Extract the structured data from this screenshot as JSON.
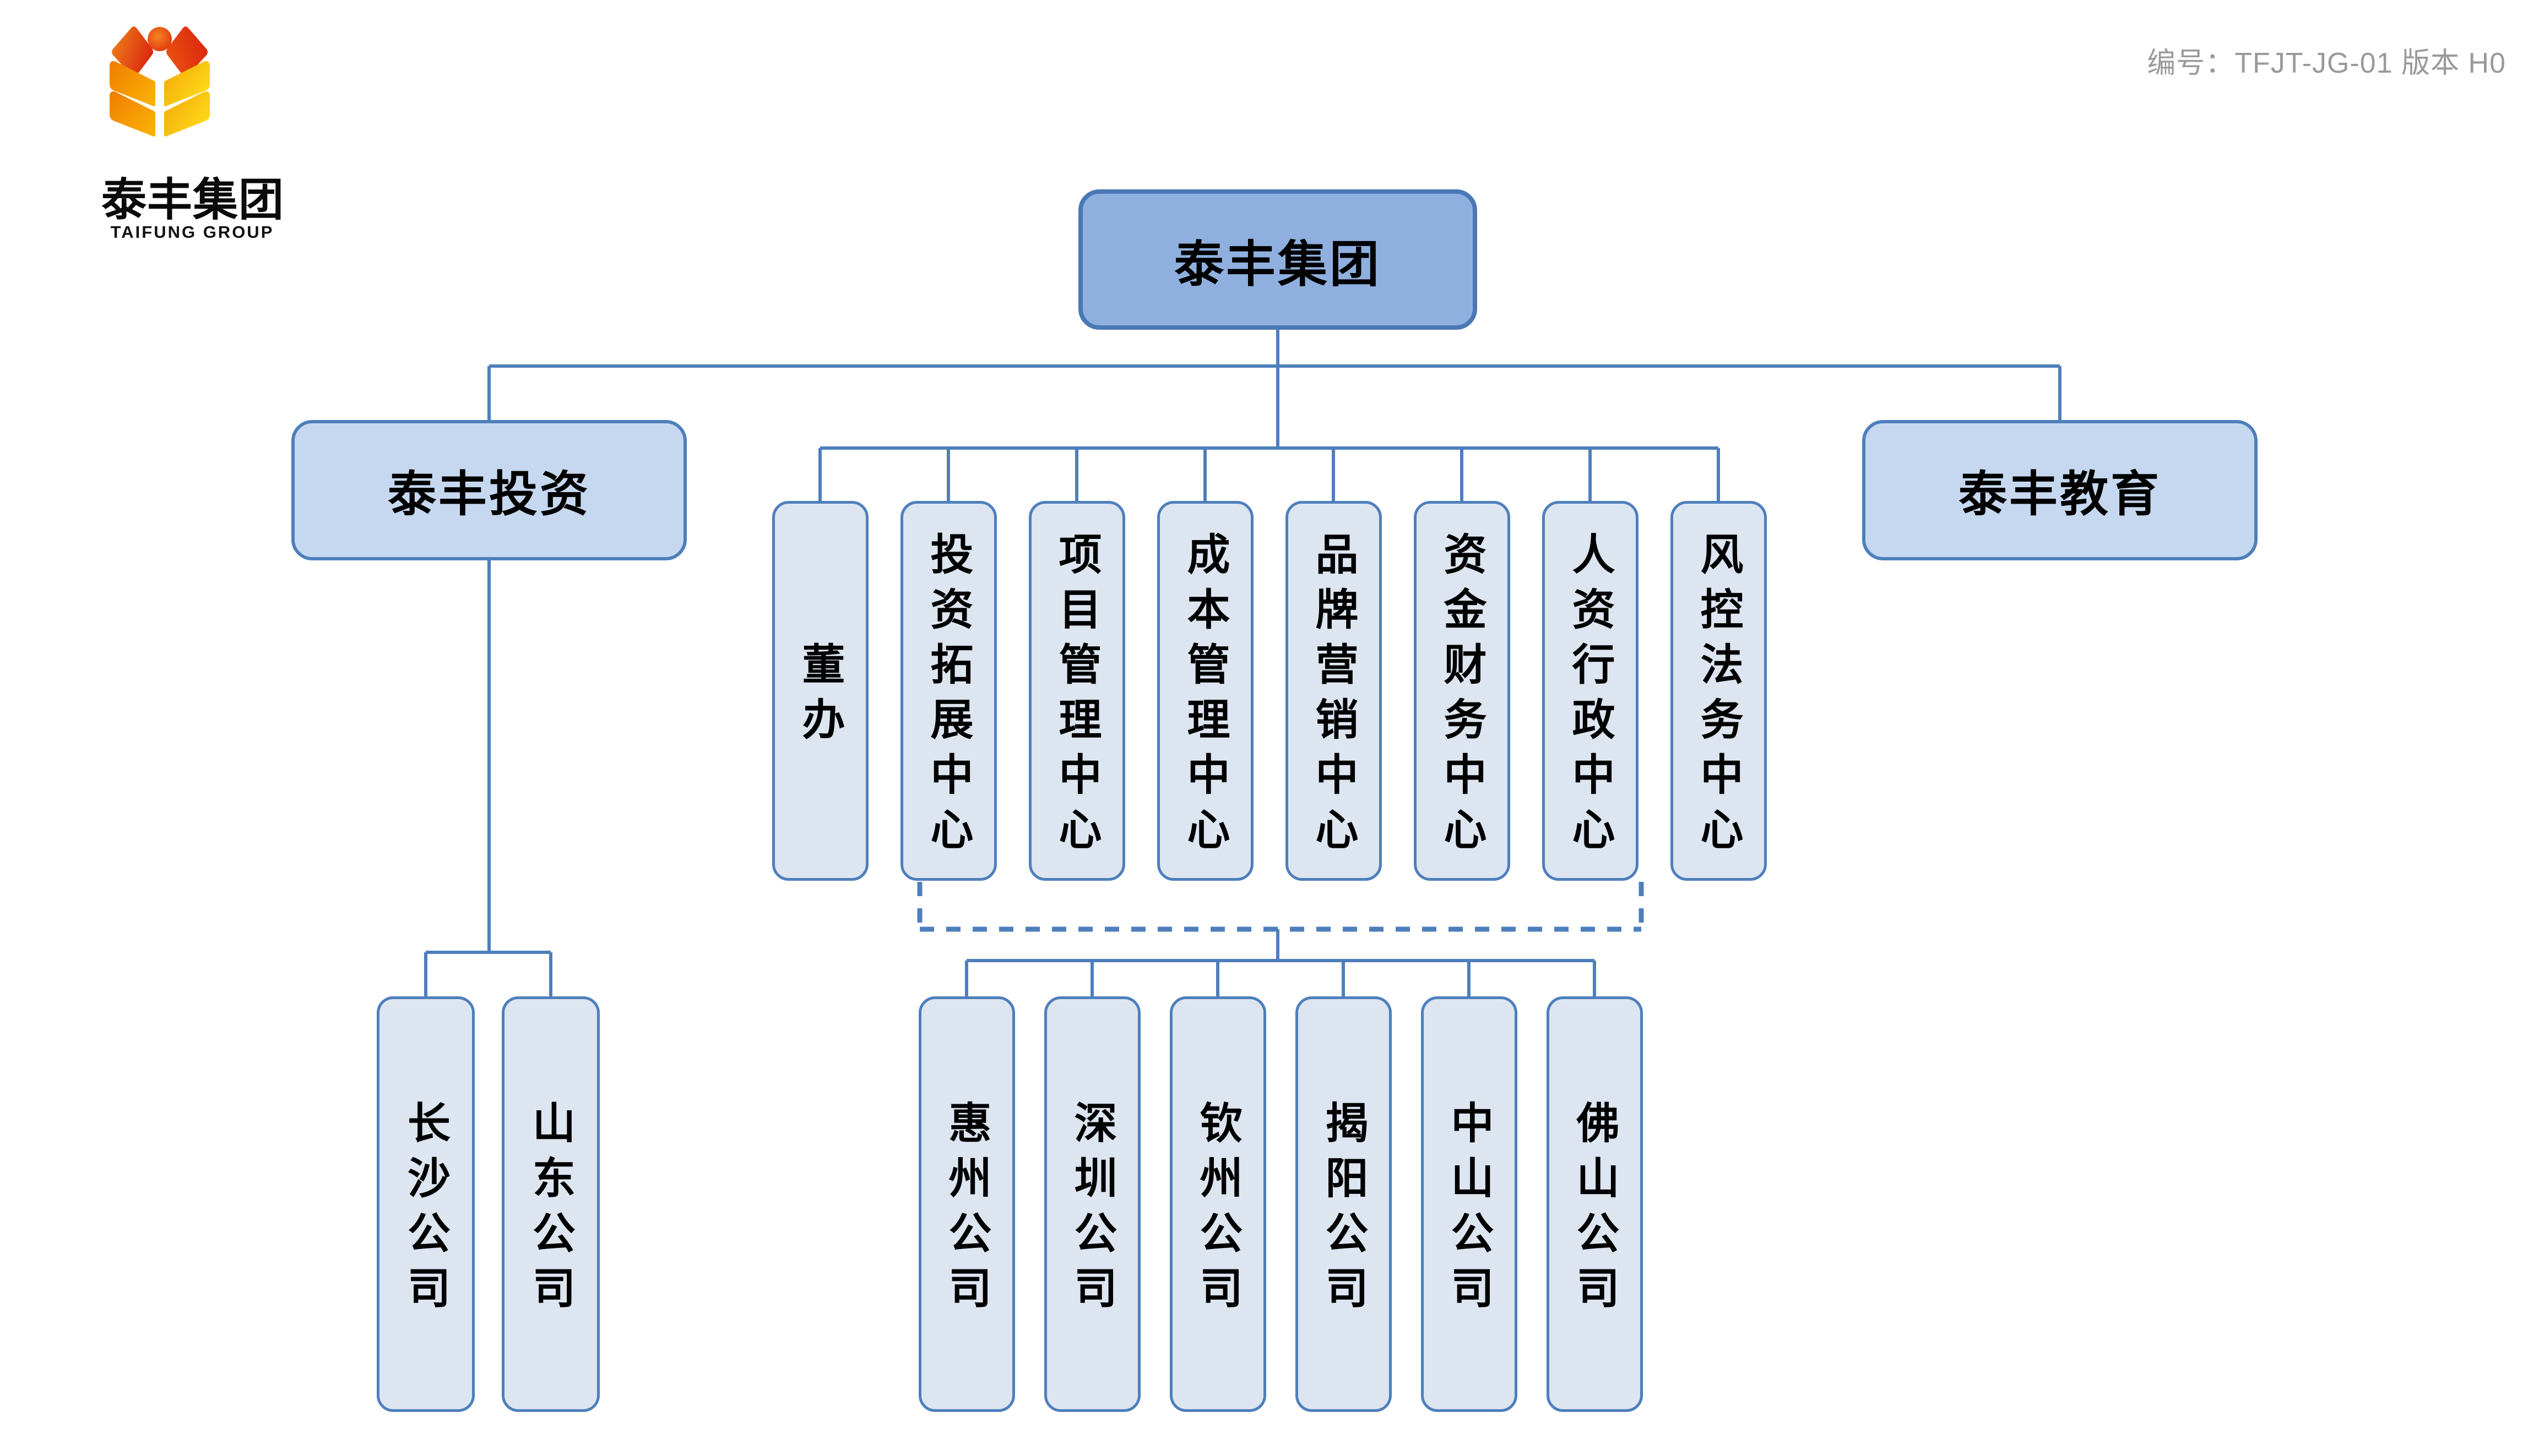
{
  "header": {
    "logo": {
      "name": "泰丰集团",
      "name_en": "TAIFUNG GROUP"
    },
    "doc_code": "编号：TFJT-JG-01  版本 H0"
  },
  "org": {
    "root": "泰丰集团",
    "branches": {
      "investment": {
        "label": "泰丰投资",
        "children": [
          "长沙公司",
          "山东公司"
        ]
      },
      "education": {
        "label": "泰丰教育"
      }
    },
    "departments": [
      "董办",
      "投资拓展中心",
      "项目管理中心",
      "成本管理中心",
      "品牌营销中心",
      "资金财务中心",
      "人资行政中心",
      "风控法务中心"
    ],
    "city_companies": [
      "惠州公司",
      "深圳公司",
      "钦州公司",
      "揭阳公司",
      "中山公司",
      "佛山公司"
    ]
  },
  "colors": {
    "connector_blue": "#4e7fbc",
    "root_fill": "#8fb0df",
    "root_border": "#4a78b5",
    "level2_fill": "#c6d8ef",
    "node_fill": "#dce5f0",
    "node_border": "#4e7fbc",
    "doc_code_gray": "#9a9a9b",
    "logo_orange": "#f08300",
    "logo_yellow": "#ffdf15",
    "logo_red": "#dd2a10"
  }
}
